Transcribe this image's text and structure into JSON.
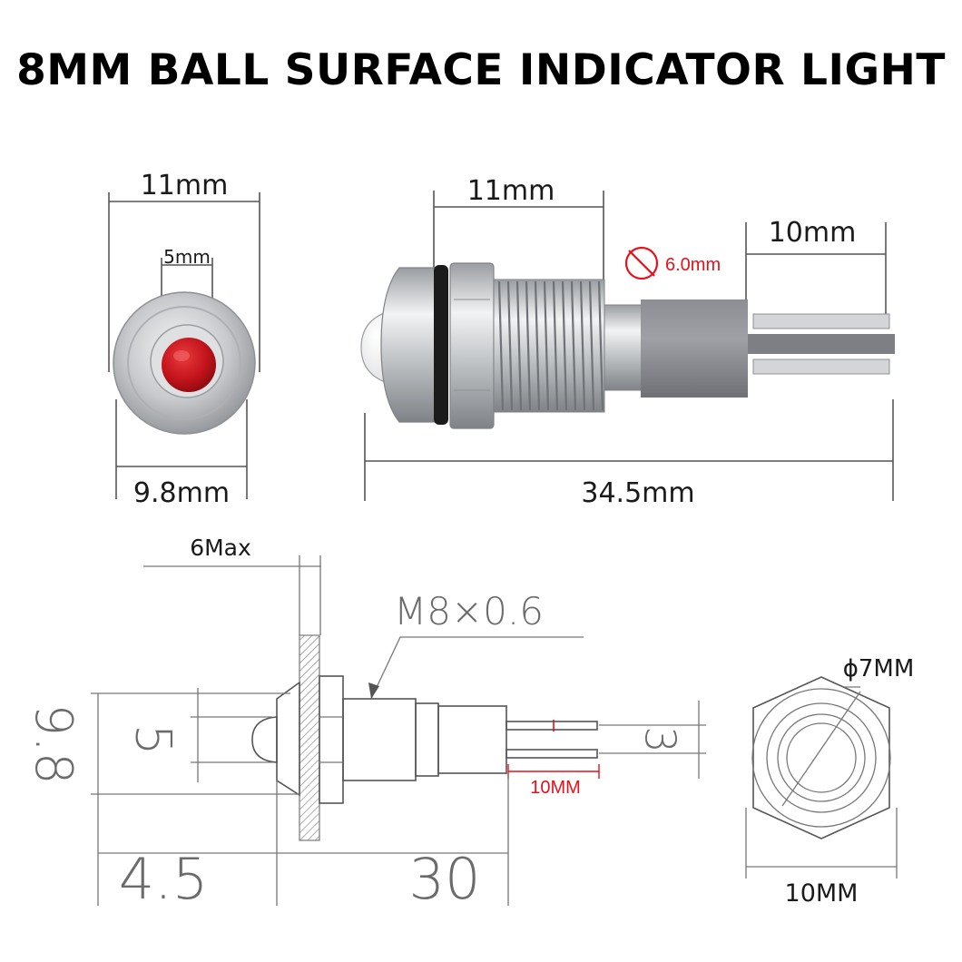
{
  "title": "8MM BALL SURFACE INDICATOR LIGHT",
  "front_view": {
    "top_width": "11mm",
    "lens_width": "5mm",
    "bottom_width": "9.8mm"
  },
  "side_view": {
    "head_width": "11mm",
    "lead_diameter": "6.0mm",
    "lead_length": "10mm",
    "total_length": "34.5mm"
  },
  "technical_drawing": {
    "flange_max": "6Max",
    "thread": "M8×0.6",
    "body_height": "9.8",
    "lens_height": "5",
    "lens_length": "4.5",
    "body_length": "30",
    "pin_spacing": "3",
    "pin_length": "10MM"
  },
  "hex_view": {
    "inner_diameter": "ϕ7MM",
    "width": "10MM"
  },
  "colors": {
    "lens_red": "#c4141c",
    "dimension_red": "#e8101a",
    "housing_gray": "#7d7f85",
    "metal": "#c9cbce"
  }
}
